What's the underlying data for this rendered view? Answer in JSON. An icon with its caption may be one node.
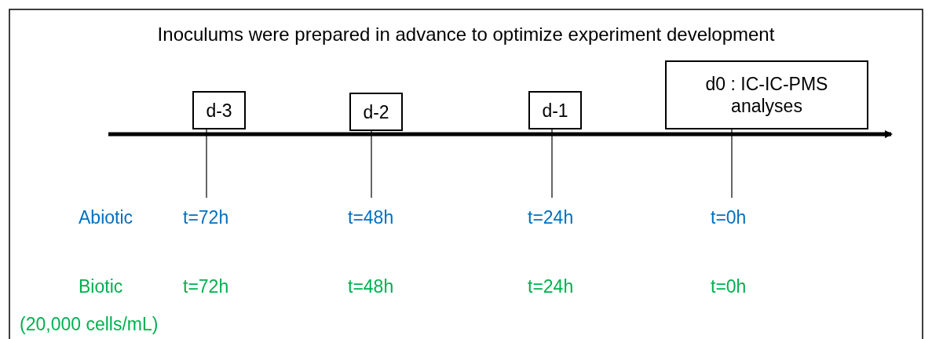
{
  "diagram": {
    "title": "Inoculums were prepared in advance to optimize experiment development",
    "nodes": [
      {
        "text": [
          "d-3"
        ]
      },
      {
        "text": [
          "d-2"
        ]
      },
      {
        "text": [
          "d-1"
        ]
      },
      {
        "text": [
          "d0 : IC-IC-PMS analyses"
        ]
      },
      {
        "text": [
          "t=72h"
        ]
      },
      {
        "text": [
          "t=48h"
        ]
      },
      {
        "text": [
          "t=24h"
        ]
      },
      {
        "text": [
          "t=0h"
        ]
      }
    ],
    "edges": [
      {
        "from": 0,
        "to": 4,
        "arrow": "none"
      },
      {
        "from": 1,
        "to": 5,
        "arrow": "none"
      },
      {
        "from": 2,
        "to": 6,
        "arrow": "none"
      },
      {
        "from": 3,
        "to": 7,
        "arrow": "none"
      }
    ],
    "labels": [
      "Abiotic",
      "Biotic",
      "t=72h",
      "t=48h",
      "t=24h",
      "t=0h",
      "(20,000 cells/mL)"
    ]
  }
}
